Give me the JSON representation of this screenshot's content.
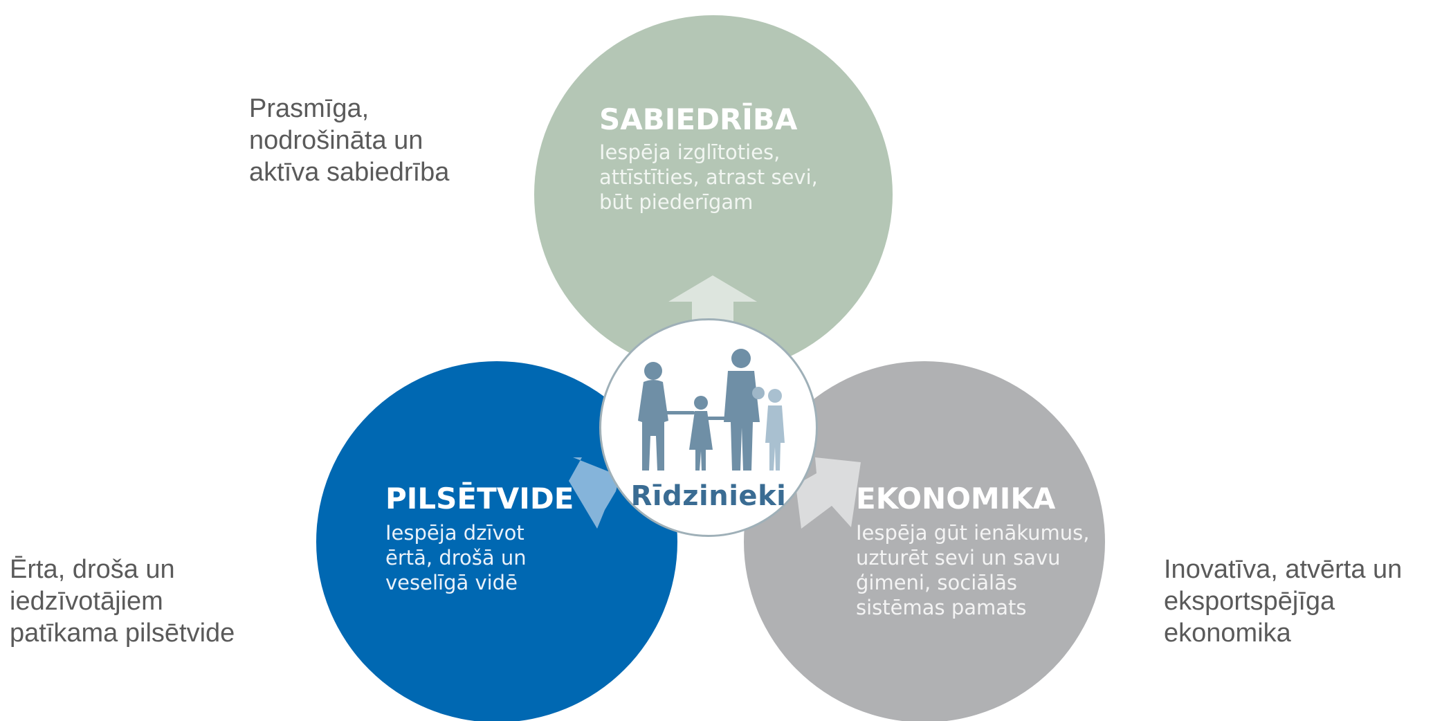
{
  "center": {
    "label": "Rīdzinieki",
    "icon": "family-icon"
  },
  "pillars": {
    "top": {
      "title": "SABIEDRĪBA",
      "description": [
        "Iespēja izglītoties,",
        "attīstīties, atrast sevi,",
        "būt piederīgam"
      ],
      "color": "#b4c6b5"
    },
    "left": {
      "title": "PILSĒTVIDE",
      "description": [
        "Iespēja dzīvot",
        "ērtā, drošā un",
        "veselīgā vidē"
      ],
      "color": "#0068b2"
    },
    "right": {
      "title": "EKONOMIKA",
      "description": [
        "Iespēja gūt ienākumus,",
        "uzturēt sevi un savu",
        "ģimeni, sociālās",
        "sistēmas pamats"
      ],
      "color": "#b0b1b3"
    }
  },
  "side_texts": {
    "top_left": [
      "Prasmīga,",
      "nodrošināta un",
      "aktīva sabiedrība"
    ],
    "bottom_left": [
      "Ērta, droša un",
      "iedzīvotājiem",
      "patīkama pilsētvide"
    ],
    "bottom_right": [
      "Inovatīva, atvērta un",
      "eksportspējīga",
      "ekonomika"
    ]
  },
  "colors": {
    "center_text": "#3a6c93",
    "figure": "#6f8fa6",
    "side_text": "#5a5a5a"
  }
}
